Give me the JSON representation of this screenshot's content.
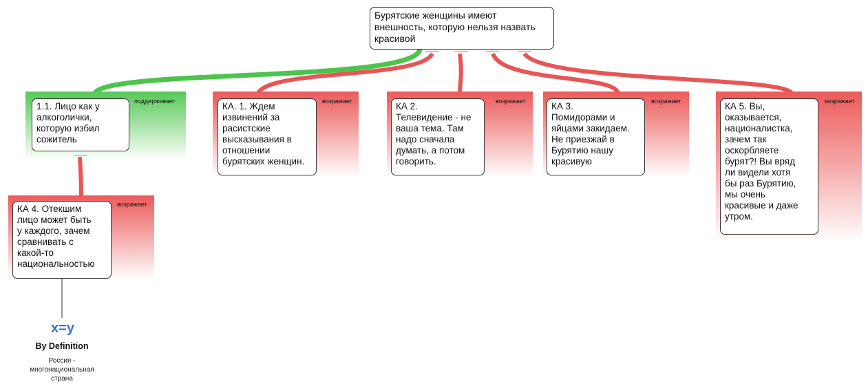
{
  "root": {
    "text": "Бурятские женщины имеют внешность, которую нельзя назвать красивой"
  },
  "nodes": [
    {
      "id": "n11",
      "relation": "поддерживает",
      "text": "1.1. Лицо как у\nалкоголички,\nкоторую избил\nсожитель"
    },
    {
      "id": "ka1",
      "relation": "возражает",
      "text": "КА. 1. Ждем\nизвинений за\nрасистские\nвысказывания в\nотношении\nбурятских женщин."
    },
    {
      "id": "ka2",
      "relation": "возражает",
      "text": "КА 2.\nТелевидение - не\nваша тема. Там\nнадо сначала\nдумать, а потом\nговорить."
    },
    {
      "id": "ka3",
      "relation": "возражает",
      "text": "КА 3.\nПомидорами и\nяйцами закидаем.\nНе приезжай в\nБурятию нашу\nкрасивую"
    },
    {
      "id": "ka5",
      "relation": "возражает",
      "text": "КА 5. Вы,\nоказывается,\nнационалистка,\nзачем так\nоскорбляете\nбурят?! Вы вряд\nли видели хотя\nбы раз Бурятию,\nмы очень\nкрасивые и даже\nутром."
    },
    {
      "id": "ka4",
      "relation": "возражает",
      "text": "КА 4. Отекшим\nлицо может быть\nу каждого, зачем\nсравнивать с\nкакой-то\nнациональностью"
    }
  ],
  "definition": {
    "icon": "x=y",
    "title": "By Definition",
    "text": "Россия -\nмногонациональная\nстрана"
  },
  "colors": {
    "support": "#4cc44c",
    "oppose": "#e85555"
  }
}
